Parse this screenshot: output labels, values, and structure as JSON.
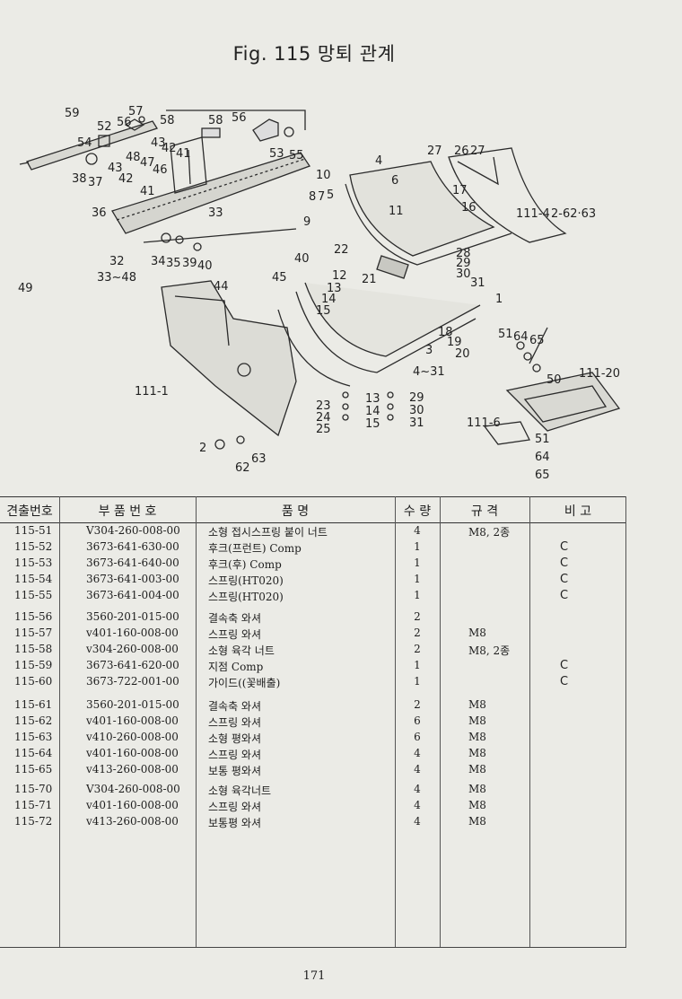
{
  "title": "Fig. 115  망퇴 관계",
  "page_number": "171",
  "diagram_labels": [
    "59",
    "52",
    "57",
    "56",
    "58",
    "58",
    "56",
    "54",
    "53",
    "55",
    "38",
    "37",
    "43",
    "42",
    "41",
    "48",
    "47",
    "46",
    "43",
    "42",
    "41",
    "36",
    "33",
    "32",
    "33~48",
    "34",
    "35",
    "39",
    "40",
    "44",
    "45",
    "40",
    "49",
    "10",
    "4",
    "6",
    "8",
    "7",
    "5",
    "9",
    "11",
    "27",
    "26",
    "27",
    "17",
    "16",
    "111-4",
    "2-62·63",
    "22",
    "28",
    "29",
    "30",
    "31",
    "12",
    "21",
    "13",
    "14",
    "15",
    "1",
    "18",
    "19",
    "20",
    "3",
    "4~31",
    "51",
    "64",
    "65",
    "50",
    "111-20",
    "111-1",
    "13",
    "14",
    "15",
    "23",
    "24",
    "25",
    "29",
    "30",
    "31",
    "111-6",
    "51",
    "64",
    "65",
    "2",
    "63",
    "62"
  ],
  "table": {
    "headers": [
      "견출번호",
      "부 품 번 호",
      "품                    명",
      "수 량",
      "규  격",
      "비  고"
    ],
    "rows": [
      {
        "no": "115-51",
        "part": "V304-260-008-00",
        "name": "소형 접시스프링 붙이 너트",
        "qty": "4",
        "spec": "M8, 2종",
        "note": ""
      },
      {
        "no": "115-52",
        "part": "3673-641-630-00",
        "name": "후크(프런트) Comp",
        "qty": "1",
        "spec": "",
        "note": "C"
      },
      {
        "no": "115-53",
        "part": "3673-641-640-00",
        "name": "후크(후) Comp",
        "qty": "1",
        "spec": "",
        "note": "C"
      },
      {
        "no": "115-54",
        "part": "3673-641-003-00",
        "name": "스프링(HT020)",
        "qty": "1",
        "spec": "",
        "note": "C"
      },
      {
        "no": "115-55",
        "part": "3673-641-004-00",
        "name": "스프링(HT020)",
        "qty": "1",
        "spec": "",
        "note": "C"
      },
      {
        "no": "115-56",
        "part": "3560-201-015-00",
        "name": "결속축 와셔",
        "qty": "2",
        "spec": "",
        "note": ""
      },
      {
        "no": "115-57",
        "part": "v401-160-008-00",
        "name": "스프링 와셔",
        "qty": "2",
        "spec": "M8",
        "note": ""
      },
      {
        "no": "115-58",
        "part": "v304-260-008-00",
        "name": "소형 육각 너트",
        "qty": "2",
        "spec": "M8, 2종",
        "note": ""
      },
      {
        "no": "115-59",
        "part": "3673-641-620-00",
        "name": "지점 Comp",
        "qty": "1",
        "spec": "",
        "note": "C"
      },
      {
        "no": "115-60",
        "part": "3673-722-001-00",
        "name": "가이드((꽃배출)",
        "qty": "1",
        "spec": "",
        "note": "C"
      },
      {
        "no": "115-61",
        "part": "3560-201-015-00",
        "name": "결속축 와셔",
        "qty": "2",
        "spec": "M8",
        "note": ""
      },
      {
        "no": "115-62",
        "part": "v401-160-008-00",
        "name": "스프링 와셔",
        "qty": "6",
        "spec": "M8",
        "note": ""
      },
      {
        "no": "115-63",
        "part": "v410-260-008-00",
        "name": "소형 평와셔",
        "qty": "6",
        "spec": "M8",
        "note": ""
      },
      {
        "no": "115-64",
        "part": "v401-160-008-00",
        "name": "스프링 와셔",
        "qty": "4",
        "spec": "M8",
        "note": ""
      },
      {
        "no": "115-65",
        "part": "v413-260-008-00",
        "name": "보통 평와셔",
        "qty": "4",
        "spec": "M8",
        "note": ""
      },
      {
        "no": "115-70",
        "part": "V304-260-008-00",
        "name": "소형 육각너트",
        "qty": "4",
        "spec": "M8",
        "note": ""
      },
      {
        "no": "115-71",
        "part": "v401-160-008-00",
        "name": "스프링 와셔",
        "qty": "4",
        "spec": "M8",
        "note": ""
      },
      {
        "no": "115-72",
        "part": "v413-260-008-00",
        "name": "보통평 와셔",
        "qty": "4",
        "spec": "M8",
        "note": ""
      }
    ]
  }
}
